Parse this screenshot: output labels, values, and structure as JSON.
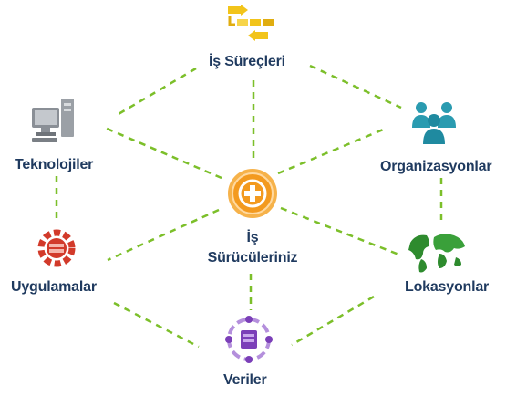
{
  "diagram": {
    "center": {
      "line1": "İş",
      "line2": "Sürücüleriniz",
      "icon": "plus-circle-icon",
      "color": "#f5a623"
    },
    "nodes": [
      {
        "id": "is-surecleri",
        "label": "İş Süreçleri",
        "icon": "process-arrows-icon",
        "color": "#f2c41a"
      },
      {
        "id": "organizasyonlar",
        "label": "Organizasyonlar",
        "icon": "people-group-icon",
        "color": "#2a9bb0"
      },
      {
        "id": "lokasyonlar",
        "label": "Lokasyonlar",
        "icon": "world-map-icon",
        "color": "#2e8b2e"
      },
      {
        "id": "veriler",
        "label": "Veriler",
        "icon": "data-cycle-icon",
        "color": "#7b3fb8"
      },
      {
        "id": "uygulamalar",
        "label": "Uygulamalar",
        "icon": "app-gear-icon",
        "color": "#d23a2a"
      },
      {
        "id": "teknolojiler",
        "label": "Teknolojiler",
        "icon": "computer-icon",
        "color": "#8a8f96"
      }
    ],
    "line_color": "#7cbf2a",
    "label_color": "#1f3a5f"
  }
}
